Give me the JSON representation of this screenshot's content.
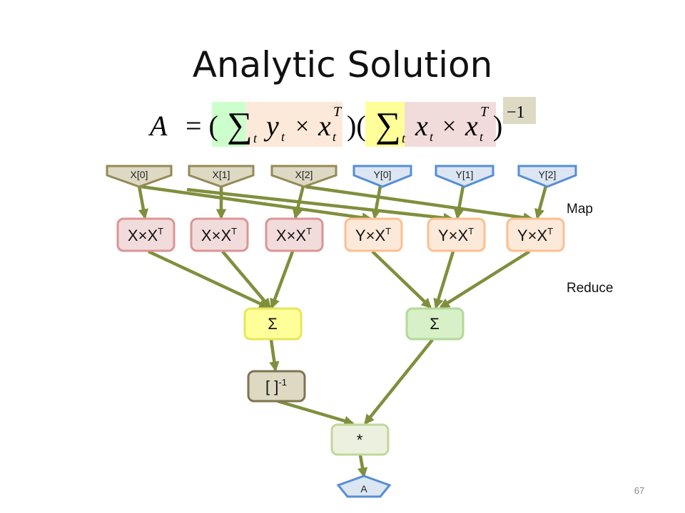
{
  "slide": {
    "title": "Analytic Solution",
    "page_number": "67"
  },
  "equation": {
    "lhs": "A",
    "equals": "= (",
    "sum1_sub": "t",
    "y_var": "y",
    "y_sub": "t",
    "times1": "×",
    "x1_var": "x",
    "x1_sub": "t",
    "x1_sup": "T",
    "mid_paren": ")(",
    "sum2_sub": "t",
    "x2_var": "x",
    "x2_sub": "t",
    "times2": "×",
    "x3_var": "x",
    "x3_sub": "t",
    "x3_sup": "T",
    "close_paren": ")",
    "inverse_exp": "−1"
  },
  "inputs": [
    "X[0]",
    "X[1]",
    "X[2]",
    "Y[0]",
    "Y[1]",
    "Y[2]"
  ],
  "map_nodes": [
    {
      "base": "X×X",
      "sup": "T"
    },
    {
      "base": "X×X",
      "sup": "T"
    },
    {
      "base": "X×X",
      "sup": "T"
    },
    {
      "base": "Y×X",
      "sup": "T"
    },
    {
      "base": "Y×X",
      "sup": "T"
    },
    {
      "base": "Y×X",
      "sup": "T"
    }
  ],
  "reduce_nodes": [
    "Σ",
    "Σ"
  ],
  "inverse_node": {
    "base": "[ ]",
    "sup": "-1"
  },
  "multiply_node": "*",
  "output": "A",
  "labels": {
    "map": "Map",
    "reduce": "Reduce"
  },
  "colors": {
    "x_input_fill": "#ddd9c3",
    "x_input_stroke": "#948a54",
    "y_input_fill": "#dce6f2",
    "y_input_stroke": "#558ed5",
    "xx_fill": "#f2dcdb",
    "xx_stroke": "#d99694",
    "yx_fill": "#fde9d9",
    "yx_stroke": "#fac090",
    "sigma1_fill": "#ffff99",
    "sigma1_stroke": "#e6e65c",
    "sigma2_fill": "#d7f0c8",
    "sigma2_stroke": "#b3d99a",
    "inverse_fill": "#ddd9c3",
    "inverse_stroke": "#7f7450",
    "multiply_fill": "#ebf1de",
    "multiply_stroke": "#c3d69b",
    "output_fill": "#dce6f2",
    "output_stroke": "#558ed5",
    "edge": "#7f8f3c"
  }
}
